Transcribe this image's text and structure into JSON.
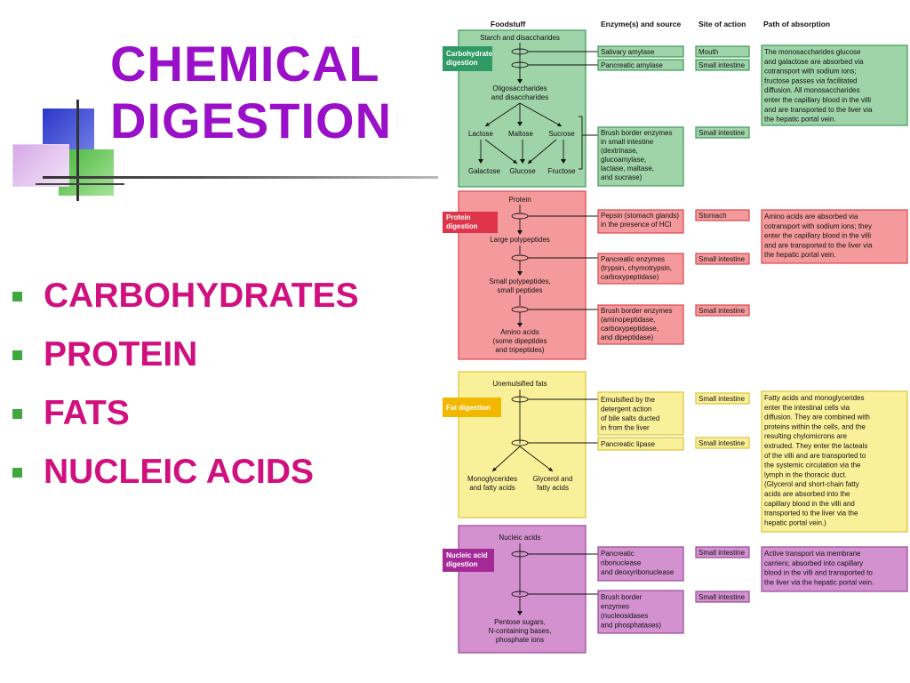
{
  "slide": {
    "title_line1": "CHEMICAL",
    "title_line2": "DIGESTION",
    "bullets": [
      "CARBOHYDRATES",
      "PROTEIN",
      "FATS",
      "NUCLEIC ACIDS"
    ]
  },
  "colors": {
    "title": "#9a10c8",
    "bullet_text": "#d0107f",
    "bullet_mark": "#3fa83f",
    "carb_fill": "#9fd3a8",
    "carb_stroke": "#3b9a5a",
    "carb_label": "#2f9a63",
    "protein_fill": "#f59a9c",
    "protein_stroke": "#d8464e",
    "protein_label": "#e0344a",
    "fat_fill": "#fbf09a",
    "fat_stroke": "#d9c53a",
    "fat_label": "#f2b800",
    "nucleic_fill": "#d391d0",
    "nucleic_stroke": "#9b4799",
    "nucleic_label": "#a52a98"
  },
  "headers": {
    "foodstuff": "Foodstuff",
    "enzymes": "Enzyme(s) and source",
    "site": "Site of action",
    "path": "Path of absorption"
  },
  "carb": {
    "label": [
      "Carbohydrate",
      "digestion"
    ],
    "start": "Starch and disaccharides",
    "oligo": [
      "Oligosaccharides",
      "and disaccharides"
    ],
    "row_mid": [
      "Lactose",
      "Maltose",
      "Sucrose"
    ],
    "row_bot": [
      "Galactose",
      "Glucose",
      "Fructose"
    ],
    "enzymes": [
      [
        "Salivary amylase"
      ],
      [
        "Pancreatic amylase"
      ],
      [
        "Brush border enzymes",
        "in small intestine",
        "(dextrinase,",
        "glucoamylase,",
        "lactase, maltase,",
        "and sucrase)"
      ]
    ],
    "sites": [
      "Mouth",
      "Small intestine",
      "Small intestine"
    ],
    "absorption": [
      "The monosaccharides glucose",
      "and galactose are absorbed via",
      "cotransport with sodium ions;",
      "fructose passes via facilitated",
      "diffusion. All monosaccharides",
      "enter the capillary blood in the villi",
      "and are transported to the liver via",
      "the hepatic portal vein."
    ]
  },
  "protein": {
    "label": [
      "Protein",
      "digestion"
    ],
    "start": "Protein",
    "steps": [
      [
        "Large polypeptides"
      ],
      [
        "Small polypeptides,",
        "small peptides"
      ],
      [
        "Amino acids",
        "(some dipeptides",
        "and tripeptides)"
      ]
    ],
    "enzymes": [
      [
        "Pepsin (stomach glands)",
        "in the presence of HCl"
      ],
      [
        "Pancreatic enzymes",
        "(trypsin, chymotrypsin,",
        "carboxypeptidase)"
      ],
      [
        "Brush border enzymes",
        "(aminopeptidase,",
        "carboxypeptidase,",
        "and dipeptidase)"
      ]
    ],
    "sites": [
      "Stomach",
      "Small intestine",
      "Small intestine"
    ],
    "absorption": [
      "Amino acids are absorbed via",
      "cotransport with sodium ions; they",
      "enter the capillary blood in the villi",
      "and are transported to the liver via",
      "the hepatic portal vein."
    ]
  },
  "fat": {
    "label": [
      "Fat digestion"
    ],
    "start": "Unemulsified fats",
    "products": [
      [
        "Monoglycerides",
        "and fatty acids"
      ],
      [
        "Glycerol and",
        "fatty acids"
      ]
    ],
    "enzymes": [
      [
        "Emulsified by the",
        "detergent action",
        "of bile salts ducted",
        "in from the liver"
      ],
      [
        "Pancreatic lipase"
      ]
    ],
    "sites": [
      "Small intestine",
      "Small intestine"
    ],
    "absorption": [
      "Fatty acids and monoglycerides",
      "enter the intestinal cells via",
      "diffusion. They are combined with",
      "proteins within the cells, and the",
      "resulting chylomicrons are",
      "extruded. They enter the lacteals",
      "of the villi and are transported to",
      "the systemic circulation via the",
      "lymph in the thoracic duct.",
      "(Glycerol and short-chain fatty",
      "acids are absorbed into the",
      "capillary blood in the villi and",
      "transported to the liver via the",
      "hepatic portal vein.)"
    ]
  },
  "nucleic": {
    "label": [
      "Nucleic acid",
      "digestion"
    ],
    "start": "Nucleic acids",
    "products": [
      "Pentose sugars,",
      "N-containing bases,",
      "phosphate ions"
    ],
    "enzymes": [
      [
        "Pancreatic",
        "ribonuclease",
        "and deoxyribonuclease"
      ],
      [
        "Brush border",
        "enzymes",
        "(nucleosidases",
        "and phosphatases)"
      ]
    ],
    "sites": [
      "Small intestine",
      "Small intestine"
    ],
    "absorption": [
      "Active transport via membrane",
      "carriers; absorbed into capillary",
      "blood in the villi and transported to",
      "the liver via the hepatic portal vein."
    ]
  }
}
